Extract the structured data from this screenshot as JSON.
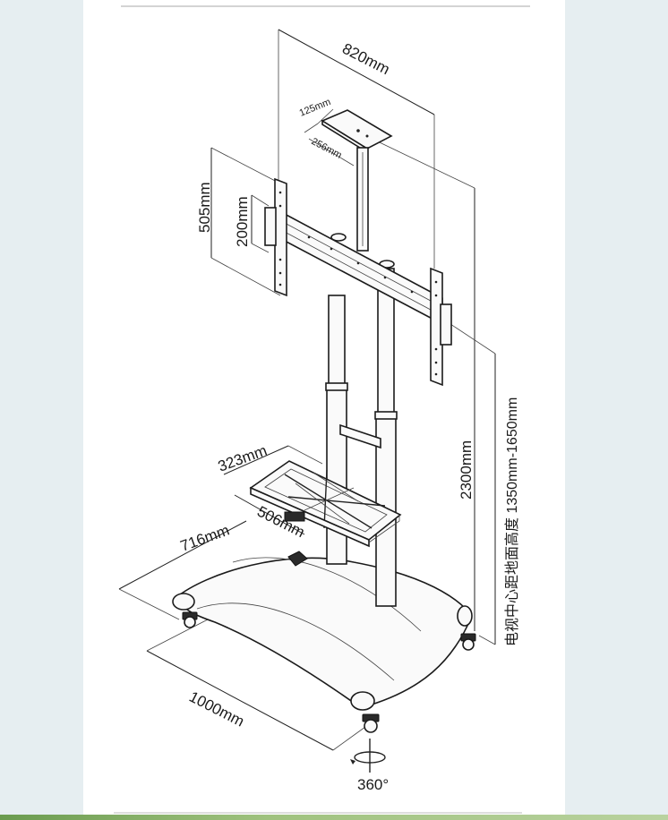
{
  "dimensions": {
    "width_820": "820mm",
    "plate_125": "125mm",
    "plate_256": "256mm",
    "height_505": "505mm",
    "height_200": "200mm",
    "height_2300": "2300mm",
    "center_height": "电视中心距地面高度 1350mm-1650mm",
    "shelf_323": "323mm",
    "shelf_506": "506mm",
    "base_716": "716mm",
    "base_1000": "1000mm",
    "rotation": "360°"
  },
  "colors": {
    "background": "#e6eef1",
    "sheet": "#ffffff",
    "line": "#222222"
  },
  "icons": {
    "rotation": "rotate-360-icon",
    "logo": "brand-logo-icon"
  }
}
